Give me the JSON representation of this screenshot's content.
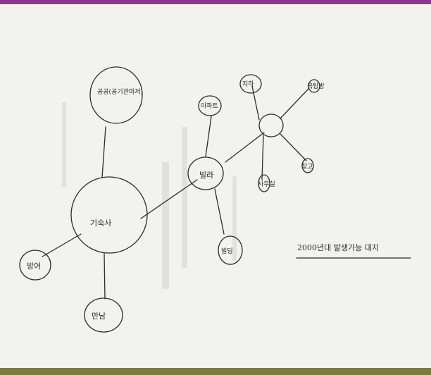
{
  "photo": {
    "subject": "handwritten-mind-map-on-whiteboard",
    "colors": {
      "border_top": "#8a3a86",
      "board": "#f2f2f0",
      "bottom_edge": "#7b7a3f",
      "ink": "#2b2b2b"
    }
  },
  "labels": {
    "hub_main": "기숙사",
    "node_top": "공공(공기관마저)",
    "node_left": "방어",
    "node_bottom": "만남",
    "node_center": "빌라",
    "node_center_top": "아파트",
    "node_center_bottom": "빌딩",
    "node_right_top_left": "지하",
    "node_right_top_right": "옥탑방",
    "node_right_bottom_left": "사무실",
    "node_right_bottom_right": "창고"
  },
  "note": {
    "text": "2000년대 발생가능 대지"
  }
}
